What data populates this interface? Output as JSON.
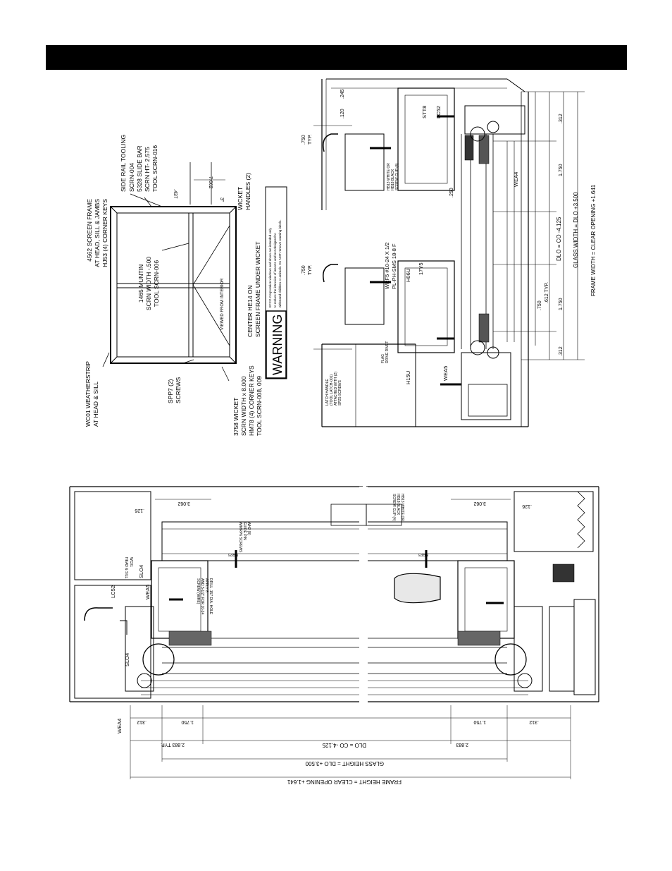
{
  "title_bar": {
    "text": ""
  },
  "screen_detail": {
    "side_rail_tooling": [
      "SIDE RAIL TOOLING",
      "SCRN-004",
      "5328 SLIDE BAR",
      "SCRN HT- 2.575",
      "TOOL SCRN-016"
    ],
    "screen_frame": [
      "4562 SCREEN FRAME",
      "AT HEAD, SILL & JAMBS",
      "HJ53 (4) CORNER KEYS"
    ],
    "muntin": [
      "1465 MUNTIN",
      "SCRN WIDTH -.500",
      "TOOL SCRN-006"
    ],
    "weatherstrip": [
      "WC01 WEATHERSTRIP",
      "AT HEAD & SILL"
    ],
    "screws": [
      "SPP7 (2)",
      "SCREWS"
    ],
    "wicket": [
      "3758 WICKET",
      "SCRN WIDTH x 8.000",
      "HM78 (4) CORNER KEYS",
      "TOOL SCRN-008, 009"
    ],
    "center_note": [
      "CENTER HE14 ON",
      "SCREEN FRAME UNDER WICKET"
    ],
    "wicket_handles": [
      "WICKET",
      "HANDLES (2)"
    ],
    "viewed_from_interior": "VIEWED FROM INTERIOR",
    "dim_7662": "7.662",
    "dim_437": ".437",
    "dim_3": "3\"",
    "warning_label": "WARNING",
    "warning_text": [
      "EFCO Corporation windows and doors are intended only",
      "to reduce the intrusion of insects and not designed to",
      "withstand children or animals. Do NOT remove warning labels."
    ]
  },
  "horizontal_section": {
    "labels": {
      "stt8": "STT8",
      "lc52": "LC52",
      "wea4": "WEA4",
      "wea5": "WEA5",
      "h15u": "H15U",
      "h06u": "H06U",
      "hy5": "17Y5",
      "wire_screw": "WRF5 #10-24 X 1/2",
      "pl_ph": "PL-PH-SMS 18-8 F",
      "hb13": [
        "HB13 WHITE OR",
        "HB18 BLACK",
        "SCREW CLIP (4)"
      ],
      "latch_handle": [
        "LATCH HANDLE",
        "(TOOL LATCH-001)",
        "ATTACHED WITH (2)",
        "SPZ5 SCREWS"
      ],
      "flag_drive_rivet": [
        "FLAG",
        "DRIVE RIVET"
      ]
    },
    "dims": {
      "d120": ".120",
      "d245": ".245",
      "d750_typ": ".750",
      "typ": "TYP.",
      "d312": ".312",
      "d1750": "1.750",
      "d250": ".250",
      "d612": ".612 TYP.",
      "d750": ".750"
    },
    "dim_lines": {
      "dlo": "DLO = CO -4.125",
      "glass": "GLASS WIDTH = DLO +3.500",
      "frame": "FRAME WIDTH = CLEAR OPENING +1.641"
    }
  },
  "vertical_section": {
    "labels": {
      "lc52": "LC52",
      "wea5": "WEA5",
      "slo4_a": "SLO4",
      "slo4_b": "SLO4",
      "wea4": "WEA4",
      "wc01": [
        "WC01",
        "HEAD & SILL"
      ],
      "mrp3_a": "MRP3",
      "mrp3_b": "MRP3",
      "hb13": [
        "HB13 WHITE OR",
        "HB18 BLACK",
        "SCREW CLIP (4)"
      ],
      "drill_note": [
        "DRILL .157 DIA. HOLE",
        "APPLY 8",
        "AND 5-1/2\" FOR 10-24",
        "SCREW (WIRE)"
      ],
      "wh_note": [
        "WH2 (8)",
        "GUIDE PIN",
        "W/MRP6 SCREWS"
      ]
    },
    "dims": {
      "d3062_a": "3.062",
      "d3062_b": "3.062",
      "d126_a": ".126",
      "d126_b": ".126",
      "d312_a": ".312",
      "d312_b": ".312",
      "d1750_a": "1.750",
      "d1750_b": "1.750",
      "d2883_typ": "2.883 TYP.",
      "d2883": "2.883"
    },
    "dim_lines": {
      "dlo": "DLO = CO -4.125",
      "glass": "GLASS HEIGHT = DLO +3.500",
      "frame": "FRAME HEIGHT = CLEAR OPENING +1.641"
    }
  }
}
